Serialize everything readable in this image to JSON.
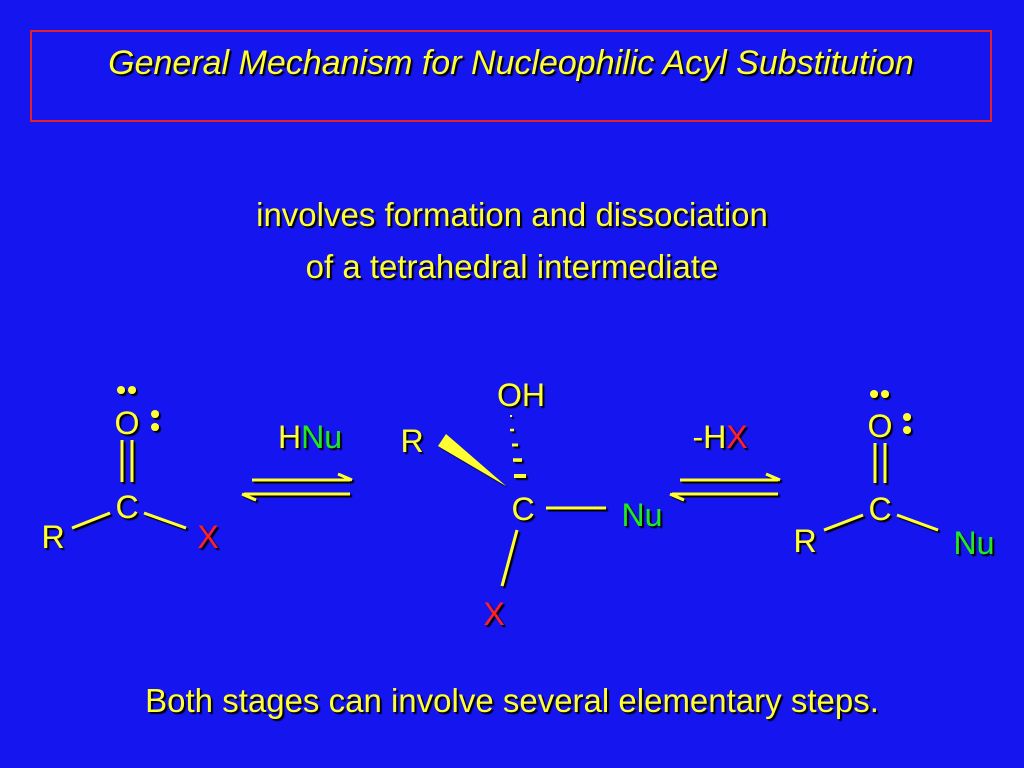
{
  "title": "General Mechanism for Nucleophilic Acyl Substitution",
  "subtitle_line1": "involves formation and dissociation",
  "subtitle_line2": "of a tetrahedral intermediate",
  "footer": "Both stages can involve several elementary steps.",
  "colors": {
    "background": "#1515f0",
    "text_yellow": "#ffff33",
    "red": "#ff2020",
    "green": "#22e822",
    "border_red": "#e0202a"
  },
  "left_structure": {
    "oxygen": "O",
    "carbon": "C",
    "r_group": "R",
    "leaving_group": "X"
  },
  "step1_reagent": {
    "h": "H",
    "nu": "Nu"
  },
  "intermediate": {
    "hydroxyl": "OH",
    "r_group": "R",
    "carbon": "C",
    "nucleophile": "Nu",
    "leaving_group": "X"
  },
  "step2_reagent": {
    "minus_h": "-H",
    "x": "X"
  },
  "right_structure": {
    "oxygen": "O",
    "carbon": "C",
    "r_group": "R",
    "nucleophile": "Nu"
  }
}
